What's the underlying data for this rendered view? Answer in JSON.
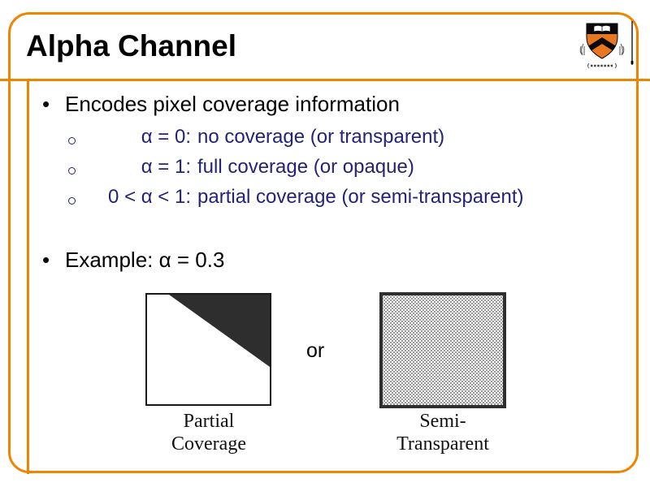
{
  "slide": {
    "title": "Alpha Channel",
    "bullet_char": "•",
    "bullet1": "Encodes pixel coverage information",
    "sub_bullets": [
      {
        "label": "α = 0:",
        "desc": "no coverage (or transparent)"
      },
      {
        "label": "α = 1:",
        "desc": "full coverage (or opaque)"
      },
      {
        "label": "0 < α < 1:",
        "desc": "partial coverage (or semi-transparent)"
      }
    ],
    "bullet2": "Example: α = 0.3",
    "or_label": "or",
    "captions": {
      "partial": [
        "Partial",
        "Coverage"
      ],
      "semi": [
        "Semi-",
        "Transparent"
      ]
    },
    "logo_name": "princeton-shield",
    "colors": {
      "accent_orange": "#EE8400",
      "sub_bullet_blue": "#232377",
      "shield_orange": "#E87722",
      "triangle_dark": "#2E2E2E"
    }
  }
}
